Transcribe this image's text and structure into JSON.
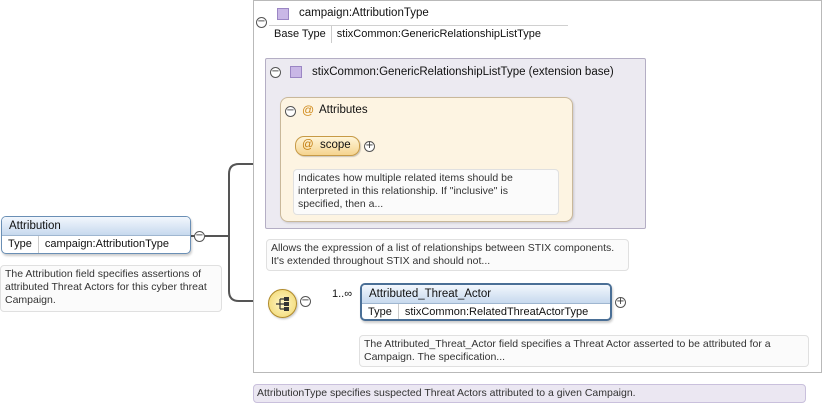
{
  "complex_type": {
    "name": "campaign:AttributionType",
    "base_type_label": "Base Type",
    "base_type_value": "stixCommon:GenericRelationshipListType"
  },
  "extension": {
    "title": "stixCommon:GenericRelationshipListType (extension base)",
    "description": "Allows the expression of a list of relationships between STIX components. It's extended throughout STIX and should not..."
  },
  "attributes": {
    "title": "Attributes",
    "at_symbol": "@",
    "scope": {
      "name": "scope",
      "description": "Indicates how multiple related items should be interpreted in this relationship. If \"inclusive\" is specified, then a..."
    }
  },
  "root_element": {
    "name": "Attribution",
    "type_label": "Type",
    "type_value": "campaign:AttributionType",
    "description": "The Attribution field specifies assertions of attributed Threat Actors for this cyber threat Campaign."
  },
  "child_element": {
    "name": "Attributed_Threat_Actor",
    "cardinality": "1..∞",
    "type_label": "Type",
    "type_value": "stixCommon:RelatedThreatActorType",
    "description": "The Attributed_Threat_Actor field specifies a Threat Actor asserted to be attributed for a Campaign. The specification..."
  },
  "type_note": "AttributionType specifies suspected Threat Actors attributed to a given Campaign.",
  "icons": {
    "collapse": "minus-circle-icon",
    "expand": "plus-circle-icon",
    "sequence": "sequence-compositor-icon",
    "type": "complex-type-icon",
    "attribute": "attribute-at-icon"
  },
  "colors": {
    "element_header": "#c7d9ee",
    "attribute_fill": "#f5d48f",
    "type_marker": "#c9b7e6",
    "extension_fill": "#eceaf1"
  }
}
